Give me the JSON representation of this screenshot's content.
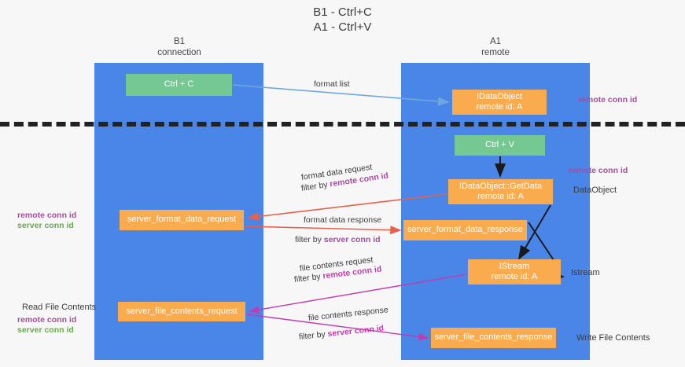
{
  "title": {
    "line1": "B1 - Ctrl+C",
    "line2": "A1 - Ctrl+V"
  },
  "lanes": [
    {
      "name": "B1",
      "sub": "connection"
    },
    {
      "name": "A1",
      "sub": "remote"
    }
  ],
  "boxes": {
    "ctrl_c": {
      "label": "Ctrl + C",
      "color": "#76c893"
    },
    "idataobject": {
      "label": "IDataObject",
      "sub": "remote id: A",
      "color": "#f9ab4e"
    },
    "ctrl_v": {
      "label": "Ctrl + V",
      "color": "#76c893"
    },
    "getdata": {
      "label": "IDataObject::GetData",
      "sub": "remote id: A",
      "color": "#f9ab4e"
    },
    "server_format_data_request": {
      "label": "server_format_data_request",
      "color": "#f9ab4e"
    },
    "server_format_data_response": {
      "label": "server_format_data_response",
      "color": "#f9ab4e"
    },
    "istream": {
      "label": "IStream",
      "sub": "remote id: A",
      "color": "#f9ab4e"
    },
    "server_file_contents_request": {
      "label": "server_file_contents_request",
      "color": "#f9ab4e"
    },
    "server_file_contents_response": {
      "label": "server_file_contents_response",
      "color": "#f9ab4e"
    }
  },
  "side_labels": {
    "remote_conn_id_top": "remote conn id",
    "remote_conn_id_mid": "remote conn id",
    "dataobject": "DataObject",
    "istream": "Istream",
    "write_file_contents": "Write File Contents",
    "read_file_contents": "Read File Contents",
    "left_remote_conn_id": "remote conn id",
    "left_server_conn_id": "server conn id",
    "left_remote_conn_id_2": "remote conn id",
    "left_server_conn_id_2": "server conn id"
  },
  "edges": {
    "format_list": "format list",
    "format_data_request": "format data request",
    "format_data_request_filter_prefix": "filter by ",
    "format_data_request_filter_key": "remote conn id",
    "format_data_response": "format data response",
    "format_data_response_filter_prefix": "filter by ",
    "format_data_response_filter_key": "server conn id",
    "file_contents_request": "file contents request",
    "file_contents_request_filter_prefix": "filter by ",
    "file_contents_request_filter_key": "remote conn id",
    "file_contents_response": "file contents response",
    "file_contents_response_filter_prefix": "filter by ",
    "file_contents_response_filter_key": "server conn id"
  },
  "colors": {
    "lane": "#4a86e8",
    "green_box": "#76c893",
    "orange_box": "#f9ab4e",
    "purple": "#a64d9e",
    "green_text": "#6aa84f",
    "magenta": "#c23bb0",
    "red_arrow": "#e8604c",
    "blue_arrow": "#6fa8dc",
    "divider": "#222222",
    "background": "#f7f7f7"
  }
}
